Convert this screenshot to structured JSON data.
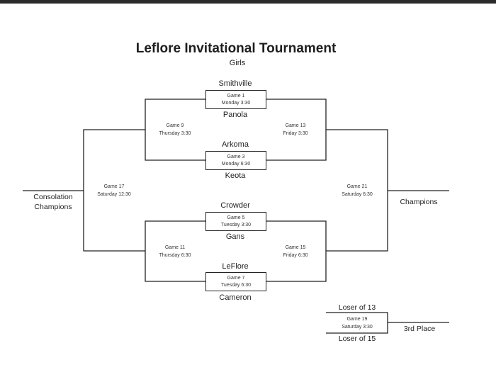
{
  "header": {
    "title": "Leflore Invitational Tournament",
    "subtitle": "Girls"
  },
  "teams": {
    "t1": "Smithville",
    "t2": "Panola",
    "t3": "Arkoma",
    "t4": "Keota",
    "t5": "Crowder",
    "t6": "Gans",
    "t7": "LeFlore",
    "t8": "Cameron"
  },
  "games": {
    "g1": {
      "name": "Game 1",
      "time": "Monday 3:30"
    },
    "g3": {
      "name": "Game 3",
      "time": "Monday 6:30"
    },
    "g5": {
      "name": "Game 5",
      "time": "Tuesday 3:30"
    },
    "g7": {
      "name": "Game 7",
      "time": "Tuesday 6:30"
    },
    "g9": {
      "name": "Game 9",
      "time": "Thursday 3:30"
    },
    "g11": {
      "name": "Game 11",
      "time": "Thursday 6:30"
    },
    "g13": {
      "name": "Game 13",
      "time": "Friday 3:30"
    },
    "g15": {
      "name": "Game 15",
      "time": "Friday 6:30"
    },
    "g17": {
      "name": "Game 17",
      "time": "Saturday 12:30"
    },
    "g19": {
      "name": "Game 19",
      "time": "Saturday 3:30"
    },
    "g21": {
      "name": "Game 21",
      "time": "Saturday 6:30"
    }
  },
  "results": {
    "consolation_line1": "Consolation",
    "consolation_line2": "Champions",
    "champions": "Champions",
    "third_place": "3rd Place",
    "loser_13": "Loser of 13",
    "loser_15": "Loser of 15"
  }
}
